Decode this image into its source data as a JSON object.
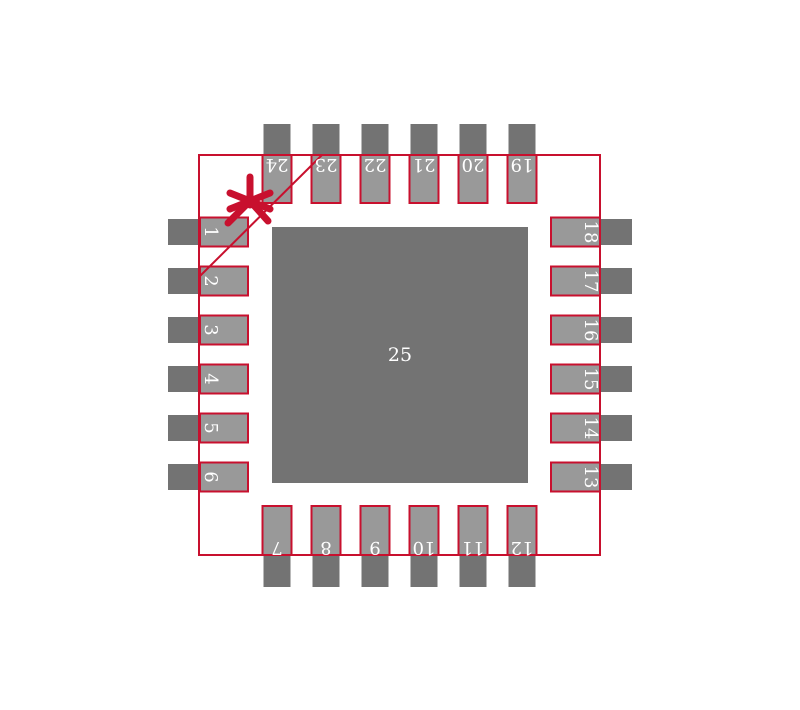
{
  "colors": {
    "background": "#ffffff",
    "copper_outer": "#737373",
    "pad_fill": "#999999",
    "thermal_pad": "#737373",
    "outline": "#c8102e"
  },
  "thermal_pad": {
    "label": "25"
  },
  "pins": {
    "left": [
      "1",
      "2",
      "3",
      "4",
      "5",
      "6"
    ],
    "bottom": [
      "7",
      "8",
      "9",
      "10",
      "11",
      "12"
    ],
    "right": [
      "13",
      "14",
      "15",
      "16",
      "17",
      "18"
    ],
    "top": [
      "19",
      "20",
      "21",
      "22",
      "23",
      "24"
    ]
  },
  "pin1_marker": {
    "icon": "asterisk-icon"
  }
}
